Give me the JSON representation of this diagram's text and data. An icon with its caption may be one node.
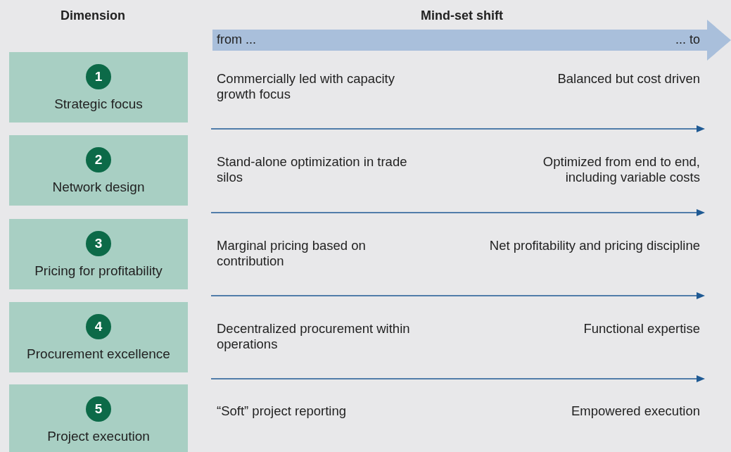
{
  "diagram": {
    "nodes": [
      {
        "text": [
          "from ...",
          "... to"
        ]
      },
      {
        "text": [
          "1",
          "Strategic focus"
        ]
      },
      {
        "text": [
          "2",
          "Network design"
        ]
      },
      {
        "text": [
          "3",
          "Pricing for profitability"
        ]
      },
      {
        "text": [
          "4",
          "Procurement excellence"
        ]
      },
      {
        "text": [
          "5",
          "Project execution"
        ]
      }
    ],
    "labels": [
      "Dimension",
      "Mind-set shift",
      "Commercially led with capacity growth focus",
      "Balanced but cost driven",
      "Stand-alone optimization in trade silos",
      "Optimized from end to end, including variable costs",
      "Marginal pricing based on contribution",
      "Net profitability and pricing discipline",
      "Decentralized procurement within operations",
      "Functional expertise",
      "“Soft” project reporting",
      "Empowered execution"
    ]
  }
}
